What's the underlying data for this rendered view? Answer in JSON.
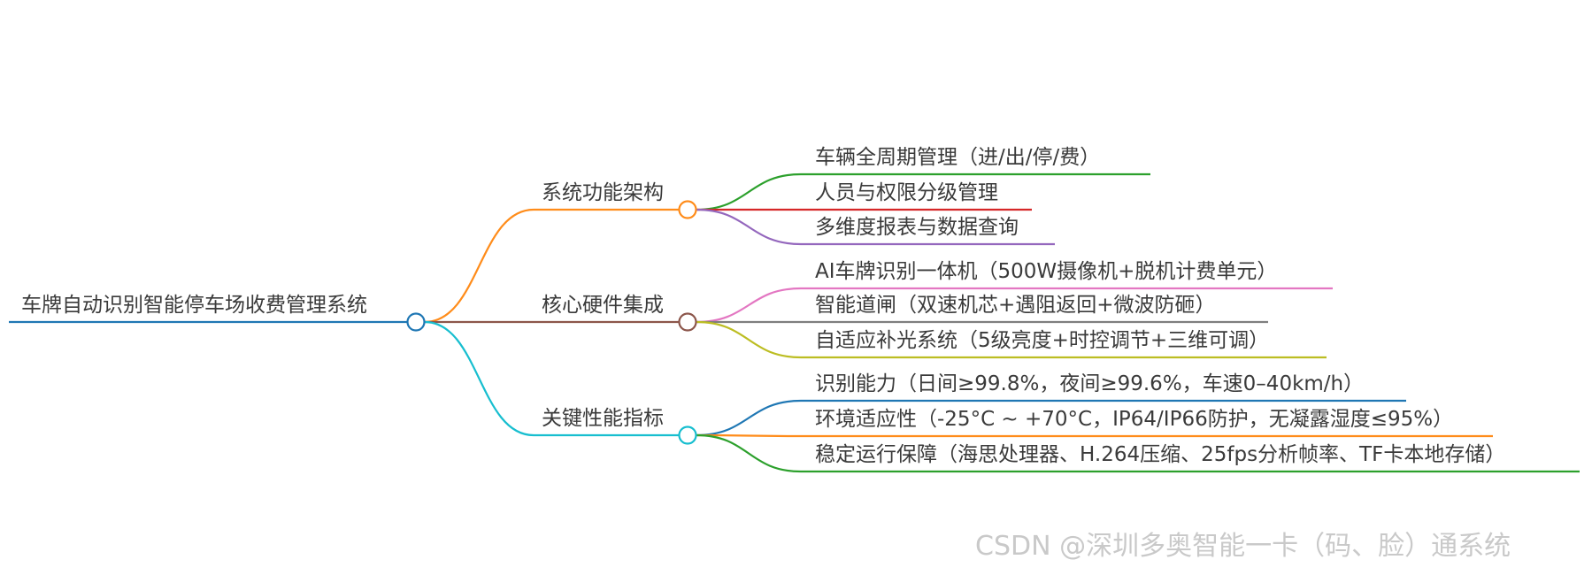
{
  "mindmap": {
    "root": {
      "label": "车牌自动识别智能停车场收费管理系统",
      "color": "#1f77b4"
    },
    "branches": [
      {
        "label": "系统功能架构",
        "color": "#ff8c1a",
        "children": [
          {
            "label": "车辆全周期管理（进/出/停/费）",
            "color": "#2ca02c"
          },
          {
            "label": "人员与权限分级管理",
            "color": "#d62728"
          },
          {
            "label": "多维度报表与数据查询",
            "color": "#9467bd"
          }
        ]
      },
      {
        "label": "核心硬件集成",
        "color": "#8c564b",
        "children": [
          {
            "label": "AI车牌识别一体机（500W摄像机+脱机计费单元）",
            "color": "#e377c2"
          },
          {
            "label": "智能道闸（双速机芯+遇阻返回+微波防砸）",
            "color": "#7f7f7f"
          },
          {
            "label": "自适应补光系统（5级亮度+时控调节+三维可调）",
            "color": "#bcbd22"
          }
        ]
      },
      {
        "label": "关键性能指标",
        "color": "#17becf",
        "children": [
          {
            "label": "识别能力（日间≥99.8%，夜间≥99.6%，车速0–40km/h）",
            "color": "#1f77b4"
          },
          {
            "label": "环境适应性（-25°C ~ +70°C，IP64/IP66防护，无凝露湿度≤95%）",
            "color": "#ff8c1a"
          },
          {
            "label": "稳定运行保障（海思处理器、H.264压缩、25fps分析帧率、TF卡本地存储）",
            "color": "#2ca02c"
          }
        ]
      }
    ]
  },
  "watermark": "CSDN @深圳多奥智能一卡（码、脸）通系统"
}
